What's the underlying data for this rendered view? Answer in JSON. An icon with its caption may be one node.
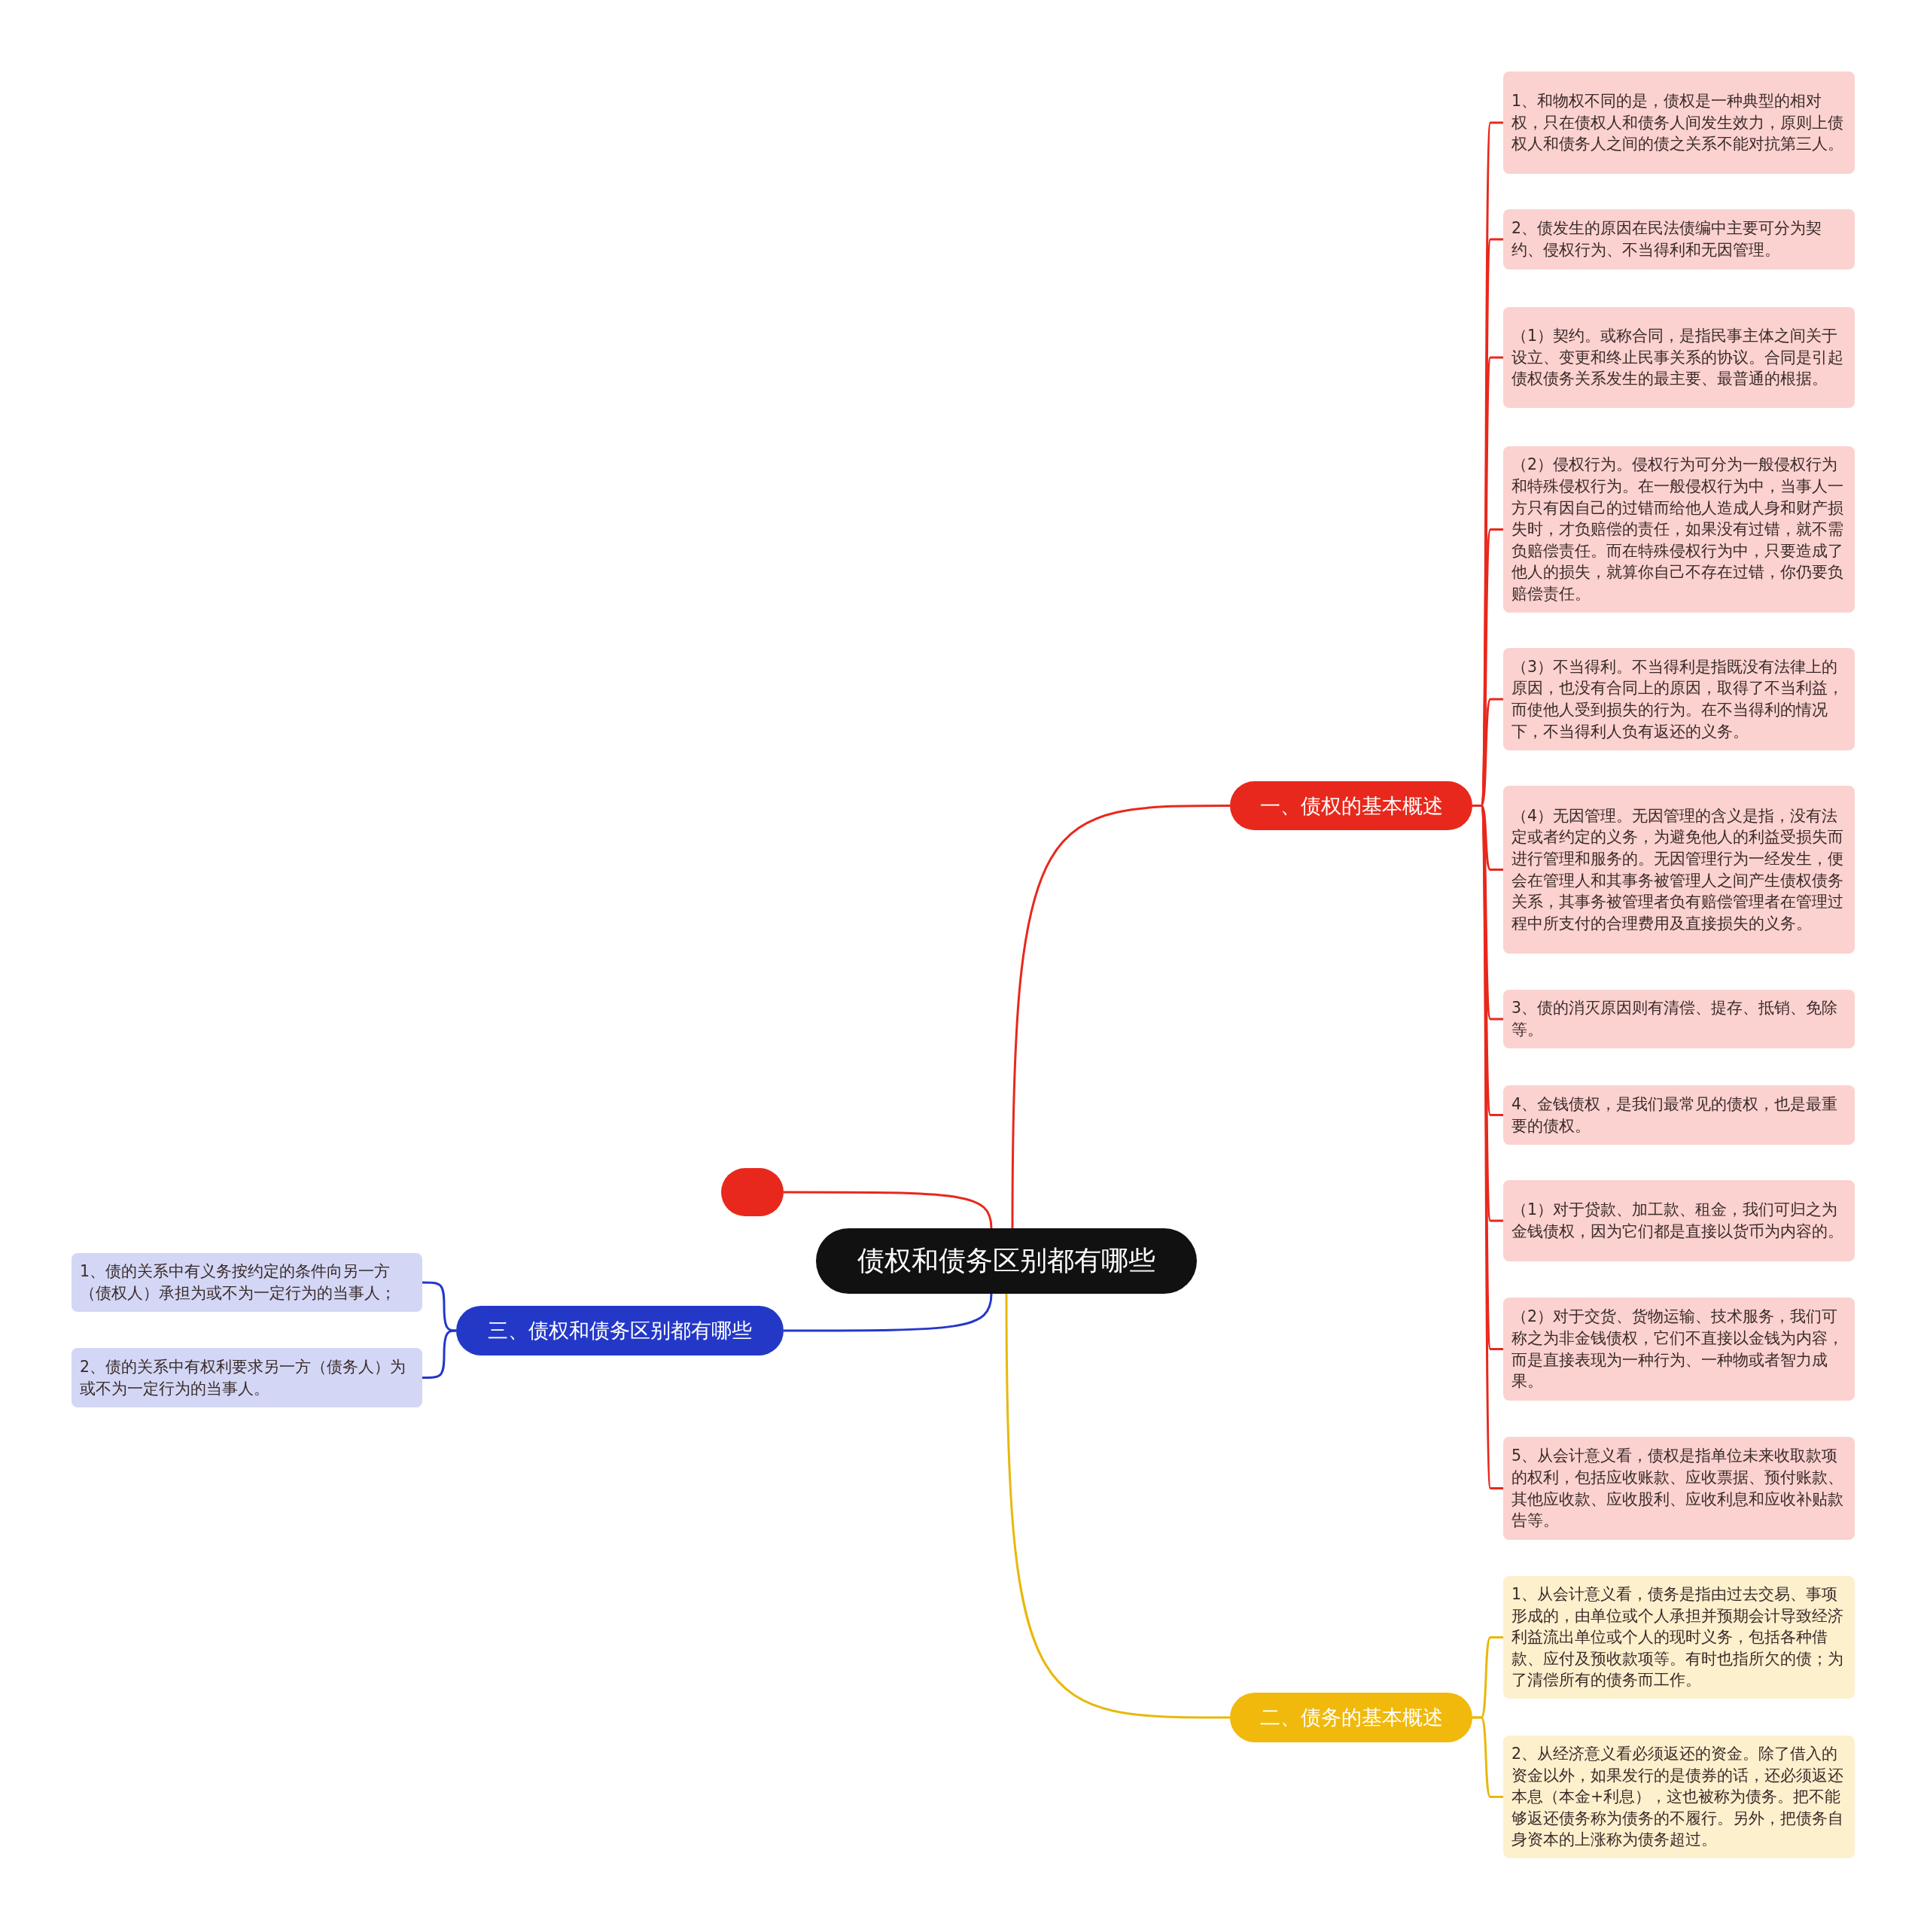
{
  "diagram": {
    "nodes": [
      {
        "text": [
          "债权和债务区别都有哪些"
        ]
      },
      {
        "text": [
          "一、债权的基本概述"
        ]
      },
      {
        "text": [
          "1、和物权不同的是，债权是一种典型的相对权，只在债权人和债务人间发生效力，原则上债权人和债务人之间的债之关系不能对抗第三人。"
        ]
      },
      {
        "text": [
          "2、债发生的原因在民法债编中主要可分为契约、侵权行为、不当得利和无因管理。"
        ]
      },
      {
        "text": [
          "（1）契约。或称合同，是指民事主体之间关于设立、变更和终止民事关系的协议。合同是引起债权债务关系发生的最主要、最普通的根据。"
        ]
      },
      {
        "text": [
          "（2）侵权行为。侵权行为可分为一般侵权行为和特殊侵权行为。在一般侵权行为中，当事人一方只有因自己的过错而给他人造成人身和财产损失时，才负赔偿的责任，如果没有过错，就不需负赔偿责任。而在特殊侵权行为中，只要造成了他人的损失，就算你自己不存在过错，你仍要负赔偿责任。"
        ]
      },
      {
        "text": [
          "（3）不当得利。不当得利是指既没有法律上的原因，也没有合同上的原因，取得了不当利益，而使他人受到损失的行为。在不当得利的情况下，不当得利人负有返还的义务。"
        ]
      },
      {
        "text": [
          "（4）无因管理。无因管理的含义是指，没有法定或者约定的义务，为避免他人的利益受损失而进行管理和服务的。无因管理行为一经发生，便会在管理人和其事务被管理人之间产生债权债务关系，其事务被管理者负有赔偿管理者在管理过程中所支付的合理费用及直接损失的义务。"
        ]
      },
      {
        "text": [
          "3、债的消灭原因则有清偿、提存、抵销、免除等。"
        ]
      },
      {
        "text": [
          "4、金钱债权，是我们最常见的债权，也是最重要的债权。"
        ]
      },
      {
        "text": [
          "（1）对于贷款、加工款、租金，我们可归之为金钱债权，因为它们都是直接以货币为内容的。"
        ]
      },
      {
        "text": [
          "（2）对于交货、货物运输、技术服务，我们可称之为非金钱债权，它们不直接以金钱为内容，而是直接表现为一种行为、一种物或者智力成果。"
        ]
      },
      {
        "text": [
          "5、从会计意义看，债权是指单位未来收取款项的权利，包括应收账款、应收票据、预付账款、其他应收款、应收股利、应收利息和应收补贴款告等。"
        ]
      },
      {
        "text": [
          "二、债务的基本概述"
        ]
      },
      {
        "text": [
          "1、从会计意义看，债务是指由过去交易、事项形成的，由单位或个人承担并预期会计导致经济利益流出单位或个人的现时义务，包括各种借款、应付及预收款项等。有时也指所欠的债；为了清偿所有的债务而工作。"
        ]
      },
      {
        "text": [
          "2、从经济意义看必须返还的资金。除了借入的资金以外，如果发行的是债券的话，还必须返还本息（本金+利息），这也被称为债务。把不能够返还债务称为债务的不履行。另外，把债务自身资本的上涨称为债务超过。"
        ]
      },
      {
        "text": [],
        "shape": "box"
      },
      {
        "text": [
          "三、债权和债务区别都有哪些"
        ]
      },
      {
        "text": [
          "1、债的关系中有义务按约定的条件向另一方（债权人）承担为或不为一定行为的当事人；"
        ]
      },
      {
        "text": [
          "2、债的关系中有权利要求另一方（债务人）为或不为一定行为的当事人。"
        ]
      }
    ],
    "edges": [
      {
        "from": 0,
        "to": 1,
        "arrow": "none"
      },
      {
        "from": 1,
        "to": 2,
        "arrow": "none"
      },
      {
        "from": 1,
        "to": 3,
        "arrow": "none"
      },
      {
        "from": 1,
        "to": 4,
        "arrow": "none"
      },
      {
        "from": 1,
        "to": 5,
        "arrow": "none"
      },
      {
        "from": 1,
        "to": 6,
        "arrow": "none"
      },
      {
        "from": 1,
        "to": 7,
        "arrow": "none"
      },
      {
        "from": 1,
        "to": 8,
        "arrow": "none"
      },
      {
        "from": 1,
        "to": 9,
        "arrow": "none"
      },
      {
        "from": 1,
        "to": 10,
        "arrow": "none"
      },
      {
        "from": 1,
        "to": 11,
        "arrow": "none"
      },
      {
        "from": 1,
        "to": 12,
        "arrow": "none"
      },
      {
        "from": 0,
        "to": 13,
        "arrow": "none",
        "color": "#e8b80c"
      },
      {
        "from": 13,
        "to": 14,
        "arrow": "none",
        "color": "#e8b80c"
      },
      {
        "from": 13,
        "to": 15,
        "arrow": "none",
        "color": "#e8b80c"
      },
      {
        "from": 0,
        "to": 16,
        "arrow": "none"
      },
      {
        "from": 0,
        "to": 17,
        "arrow": "none",
        "color": "#2438c8"
      },
      {
        "from": 17,
        "to": 18,
        "arrow": "none",
        "color": "#2438c8"
      },
      {
        "from": 17,
        "to": 19,
        "arrow": "none",
        "color": "#2438c8"
      }
    ]
  }
}
